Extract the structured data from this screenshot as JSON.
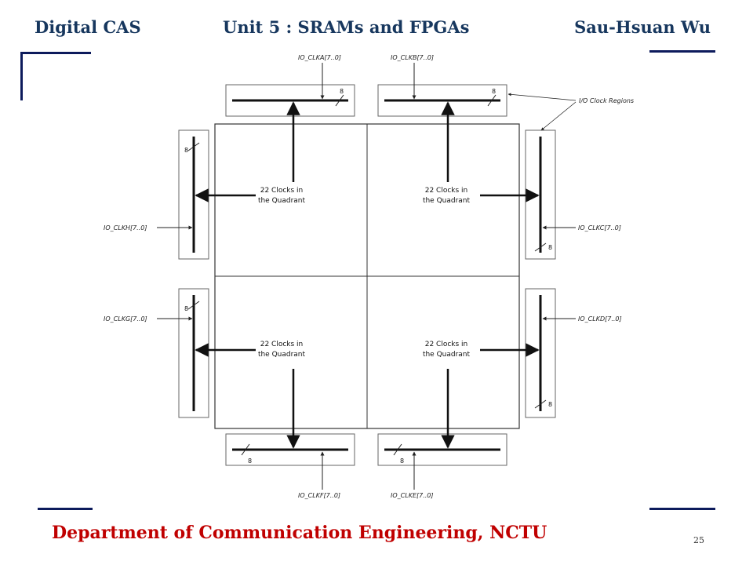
{
  "header": {
    "left": "Digital CAS",
    "center": "Unit 5 : SRAMs and FPGAs",
    "right": "Sau-Hsuan Wu"
  },
  "footer": {
    "department": "Department of Communication Engineering, NCTU",
    "page_number": "25"
  },
  "diagram": {
    "region_label": "I/O Clock Regions",
    "quadrant_text": [
      "22 Clocks in",
      "the Quadrant"
    ],
    "bus_width": "8",
    "io_clocks": {
      "a": "IO_CLKA[7..0]",
      "b": "IO_CLKB[7..0]",
      "c": "IO_CLKC[7..0]",
      "d": "IO_CLKD[7..0]",
      "e": "IO_CLKE[7..0]",
      "f": "IO_CLKF[7..0]",
      "g": "IO_CLKG[7..0]",
      "h": "IO_CLKH[7..0]"
    },
    "colors": {
      "line": "#222222",
      "thick": "#111111",
      "box": "#555555"
    }
  }
}
